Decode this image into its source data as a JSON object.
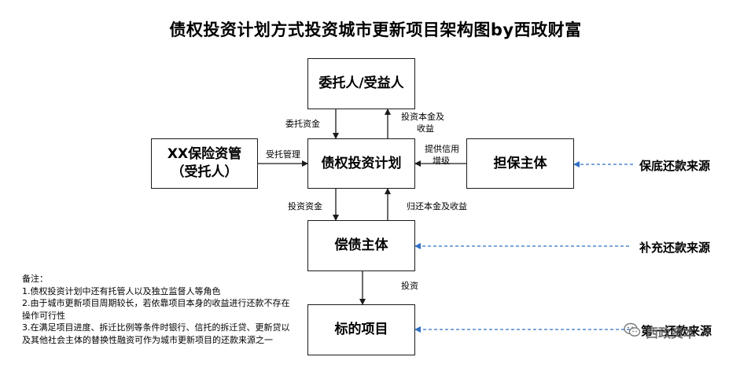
{
  "title": "债权投资计划方式投资城市更新项目架构图by西政财富",
  "boxes": {
    "trustor": "委托人/受益人",
    "manager_line1": "XX保险资管",
    "manager_line2": "（受托人）",
    "plan": "债权投资计划",
    "guarantor": "担保主体",
    "debtor": "偿债主体",
    "project": "标的项目"
  },
  "edge_labels": {
    "entrust_funds": "委托资金",
    "return_line1": "投资本金及",
    "return_line2": "收益",
    "entrusted_mgmt": "受托管理",
    "credit_line1": "提供信用",
    "credit_line2": "增级",
    "invest_funds": "投资资金",
    "repay": "归还本金及收益",
    "invest": "投资"
  },
  "sources": {
    "fallback": "保底还款来源",
    "supplement": "补充还款来源",
    "first": "第一还款来源"
  },
  "notes": {
    "heading": "备注：",
    "items": [
      "1.债权投资计划中还有托管人以及独立监督人等角色",
      "2.由于城市更新项目周期较长，若依靠项目本身的收益进行还款不存在操作可行性",
      "3.在满足项目进度、拆迁比例等条件时银行、信托的拆迁贷、更新贷以及其他社会主体的替换性融资可作为城市更新项目的还款来源之一"
    ]
  },
  "watermark": "西政资本",
  "colors": {
    "border": "#1a1a1a",
    "dashed_arrow": "#2f6fc4"
  }
}
